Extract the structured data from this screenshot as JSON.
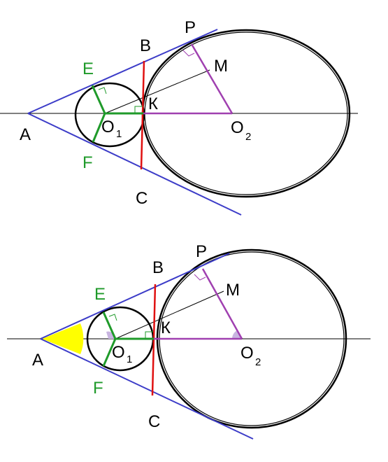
{
  "colors": {
    "axis": "#000000",
    "circle": "#000000",
    "tangent": "#3c3cc8",
    "chord": "#e01010",
    "radius_small": "#1f9a2a",
    "radius_large": "#a040b0",
    "angle_fill": "#ffff00",
    "angle_mark": "#c8b4e0"
  },
  "labels": {
    "A": "A",
    "B": "B",
    "C": "C",
    "E": "E",
    "F": "F",
    "K": "К",
    "M": "M",
    "P": "P",
    "O": "O",
    "sub1": "1",
    "sub2": "2"
  }
}
